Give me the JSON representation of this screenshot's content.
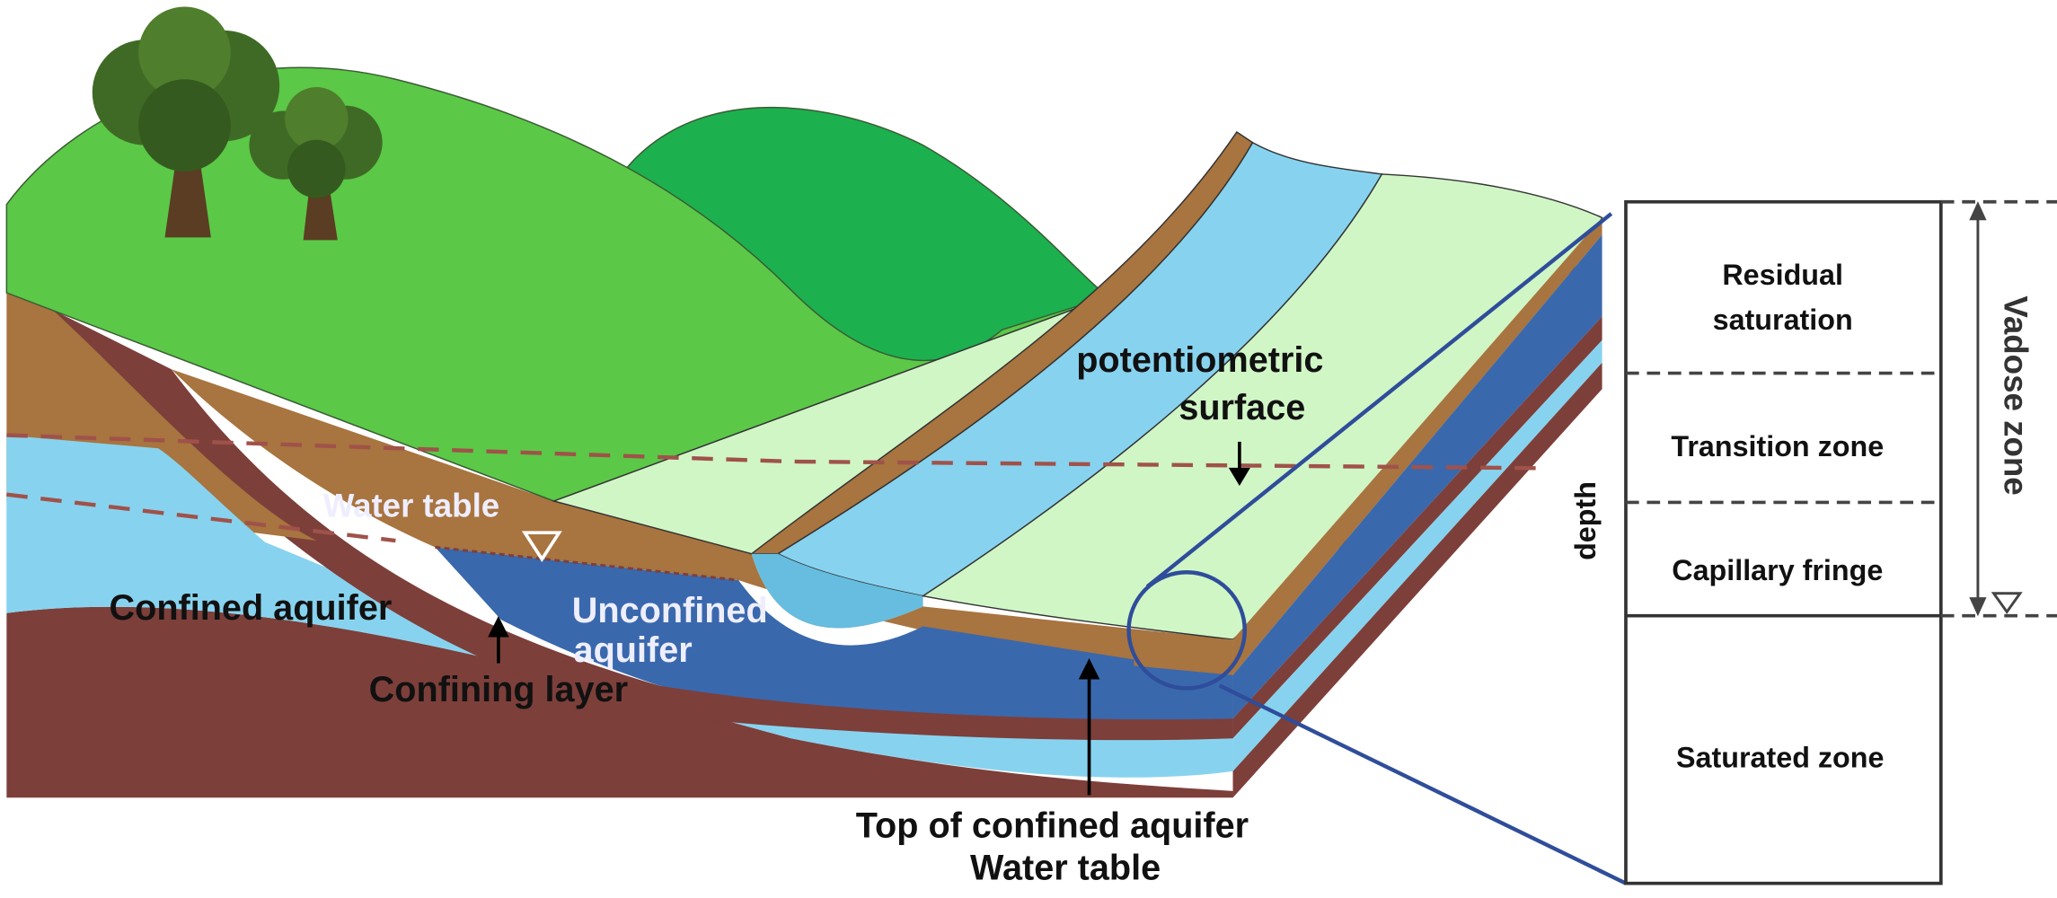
{
  "labels": {
    "potentiometric_1": "potentiometric",
    "potentiometric_2": "surface",
    "water_table_upper": "Water table",
    "confined_aquifer": "Confined aquifer",
    "unconfined_1": "Unconfined",
    "unconfined_2": "aquifer",
    "confining_layer": "Confining layer",
    "top_confined": "Top of confined aquifer",
    "water_table_lower": "Water table",
    "depth": "depth",
    "vadose_zone": "Vadose zone"
  },
  "profile": {
    "zones": [
      "Residual",
      "saturation",
      "Transition zone",
      "Capillary fringe",
      "Saturated zone"
    ]
  },
  "colors": {
    "grass": "#5bc847",
    "dark_grass": "#1cb04f",
    "soil": "#a8743f",
    "confining": "#7d3f3a",
    "light_water": "#87d3ef",
    "deep_water": "#3a68ad",
    "pale_green": "#d0f6c6"
  }
}
